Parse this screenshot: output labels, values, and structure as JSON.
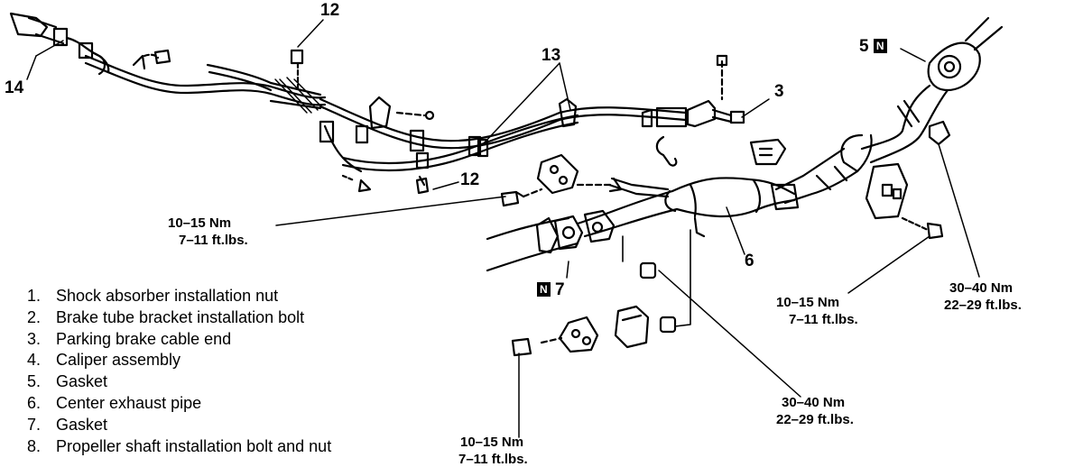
{
  "callouts": {
    "c12a": "12",
    "c12b": "12",
    "c13": "13",
    "c14": "14",
    "c3": "3",
    "c5": "5",
    "c6": "6",
    "c7": "7",
    "n_badge": "N"
  },
  "torque_specs": [
    {
      "nm": "10–15 Nm",
      "ftlbs": "7–11 ft.lbs."
    },
    {
      "nm": "10–15 Nm",
      "ftlbs": "7–11 ft.lbs."
    },
    {
      "nm": "30–40 Nm",
      "ftlbs": "22–29 ft.lbs."
    },
    {
      "nm": "30–40 Nm",
      "ftlbs": "22–29 ft.lbs."
    },
    {
      "nm": "10–15 Nm",
      "ftlbs": "7–11 ft.lbs."
    }
  ],
  "legend": [
    {
      "num": "1.",
      "text": "Shock absorber installation nut"
    },
    {
      "num": "2.",
      "text": "Brake tube bracket installation bolt"
    },
    {
      "num": "3.",
      "text": "Parking brake cable end"
    },
    {
      "num": "4.",
      "text": "Caliper assembly"
    },
    {
      "num": "5.",
      "text": "Gasket"
    },
    {
      "num": "6.",
      "text": "Center exhaust pipe"
    },
    {
      "num": "7.",
      "text": "Gasket"
    },
    {
      "num": "8.",
      "text": "Propeller shaft installation bolt and nut"
    }
  ]
}
